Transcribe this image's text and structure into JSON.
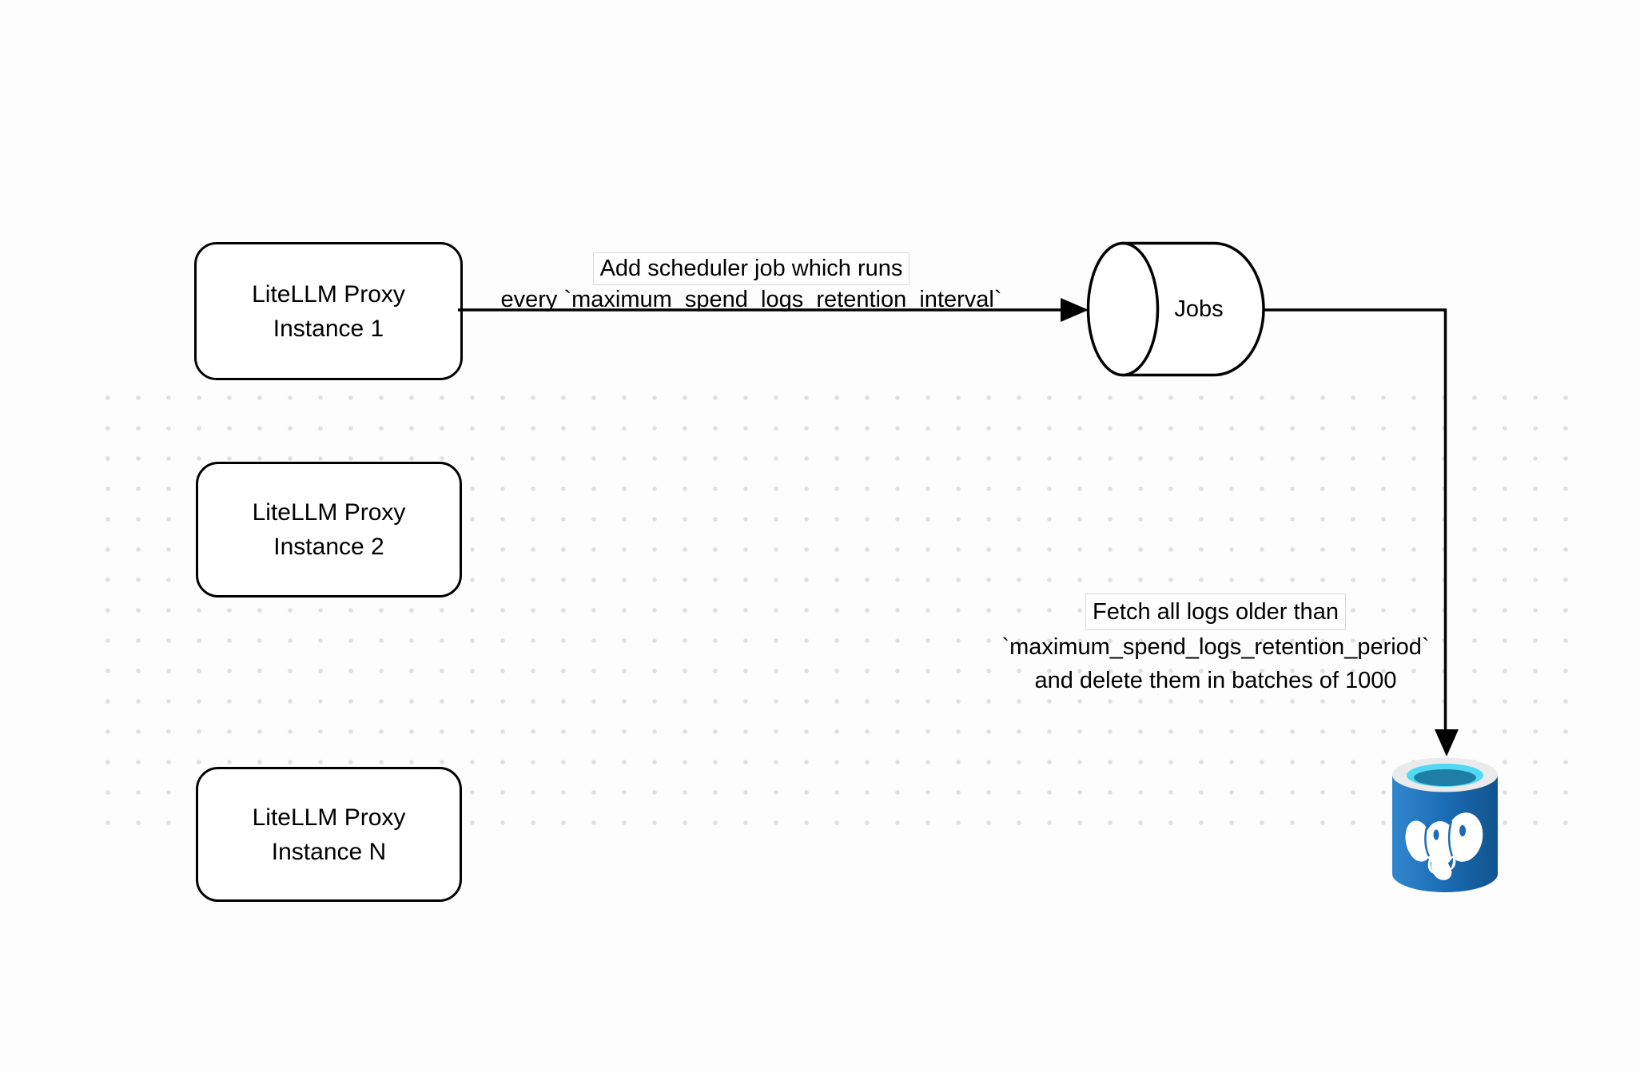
{
  "diagram": {
    "background_color": "#fdfdfd",
    "dot_color": "#e0e0e0",
    "stroke_color": "#000000",
    "nodes": [
      {
        "line1": "LiteLLM Proxy",
        "line2": "Instance 1"
      },
      {
        "line1": "LiteLLM Proxy",
        "line2": "Instance 2"
      },
      {
        "line1": "LiteLLM Proxy",
        "line2": "Instance N"
      }
    ],
    "queue": {
      "label": "Jobs"
    },
    "edge_labels": [
      {
        "line1": "Add scheduler job which runs",
        "line2": "every `maximum_spend_logs_retention_interval`"
      },
      {
        "line1": "Fetch all logs older than",
        "line2": "`maximum_spend_logs_retention_period`",
        "line3": "and delete them in batches of 1000"
      }
    ],
    "database": {
      "icon": "postgresql-database-icon",
      "rim_color": "#eaeaea",
      "opening_color": "#4fd9f5",
      "opening_inner_color": "#1f7ea6",
      "body_color": "#1c6fb8"
    }
  }
}
